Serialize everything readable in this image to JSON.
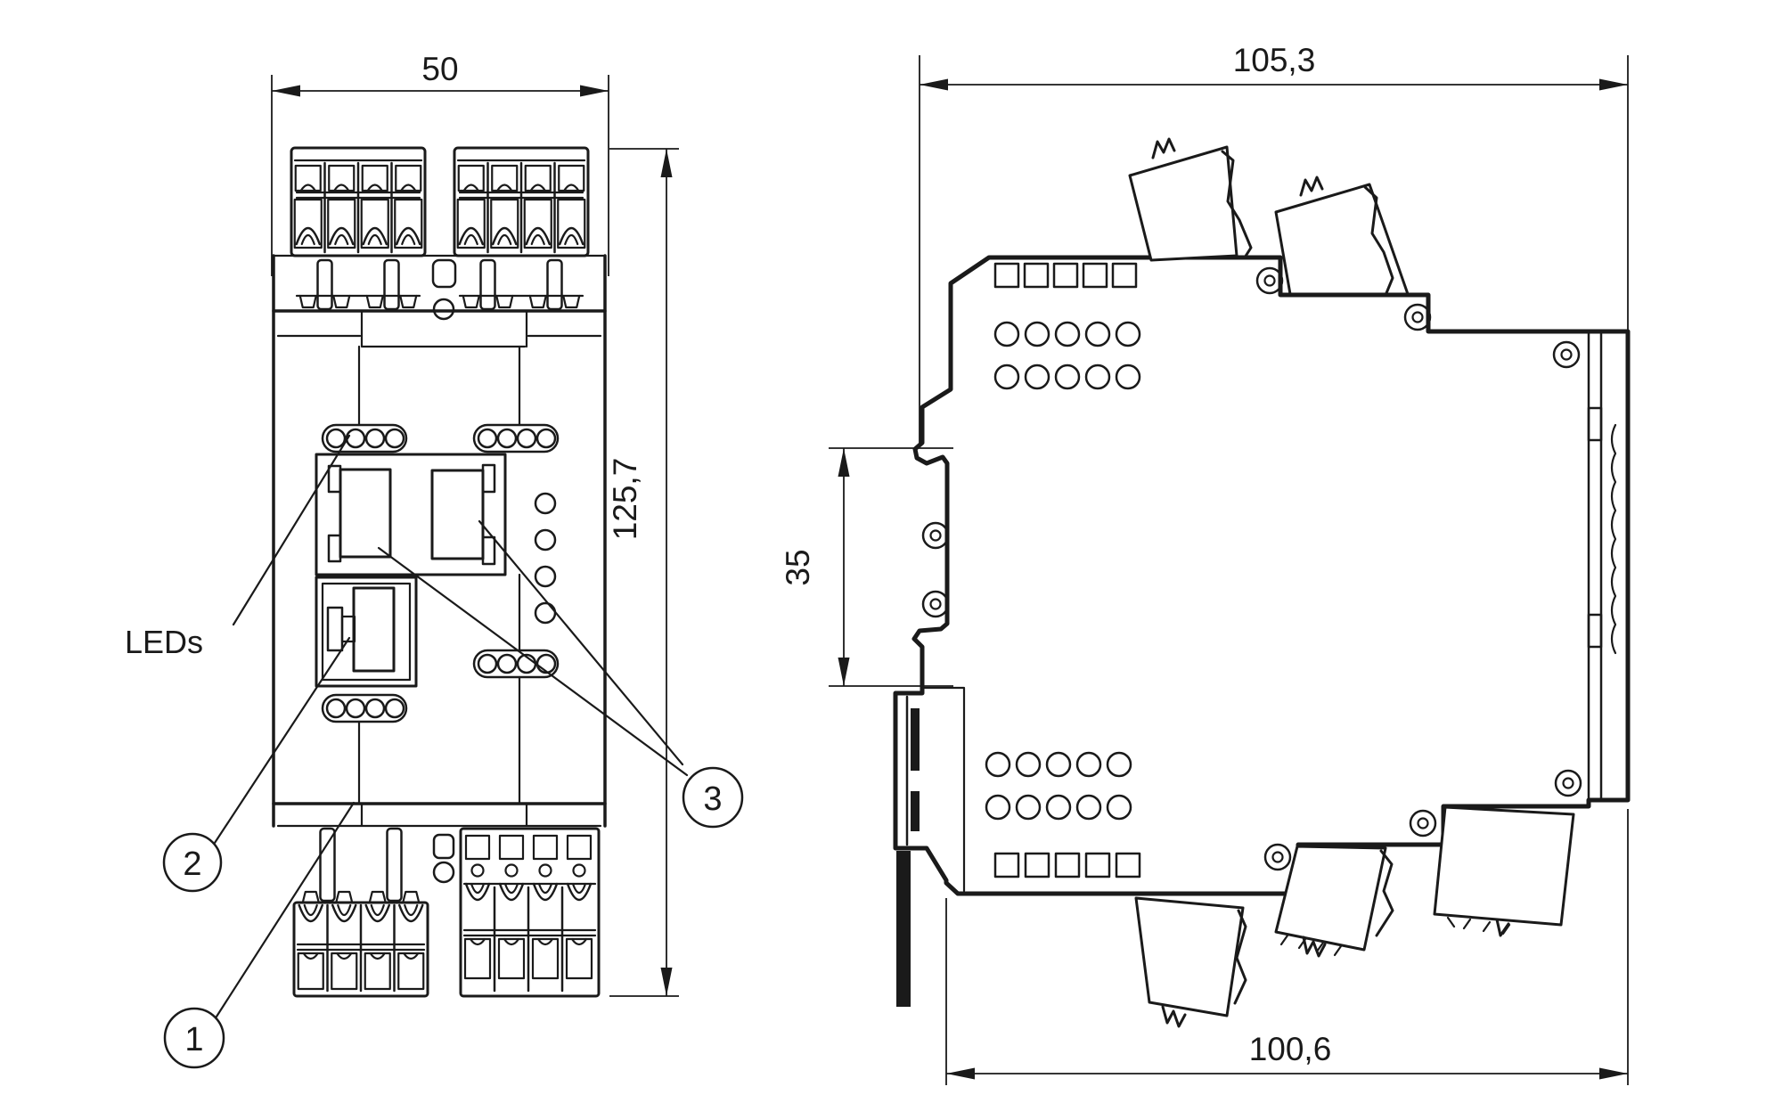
{
  "drawing": {
    "type": "technical-dimension-drawing",
    "background_color": "#ffffff",
    "line_color": "#1a1a1a"
  },
  "front_view": {
    "width_dimension": {
      "value": "50"
    },
    "height_dimension": {
      "value": "125,7"
    },
    "leds_label": "LEDs",
    "callouts": [
      {
        "label": "1"
      },
      {
        "label": "2"
      },
      {
        "label": "3"
      }
    ]
  },
  "side_view": {
    "top_width_dimension": {
      "value": "105,3"
    },
    "din_rail_dimension": {
      "value": "35"
    },
    "bottom_width_dimension": {
      "value": "100,6"
    }
  }
}
